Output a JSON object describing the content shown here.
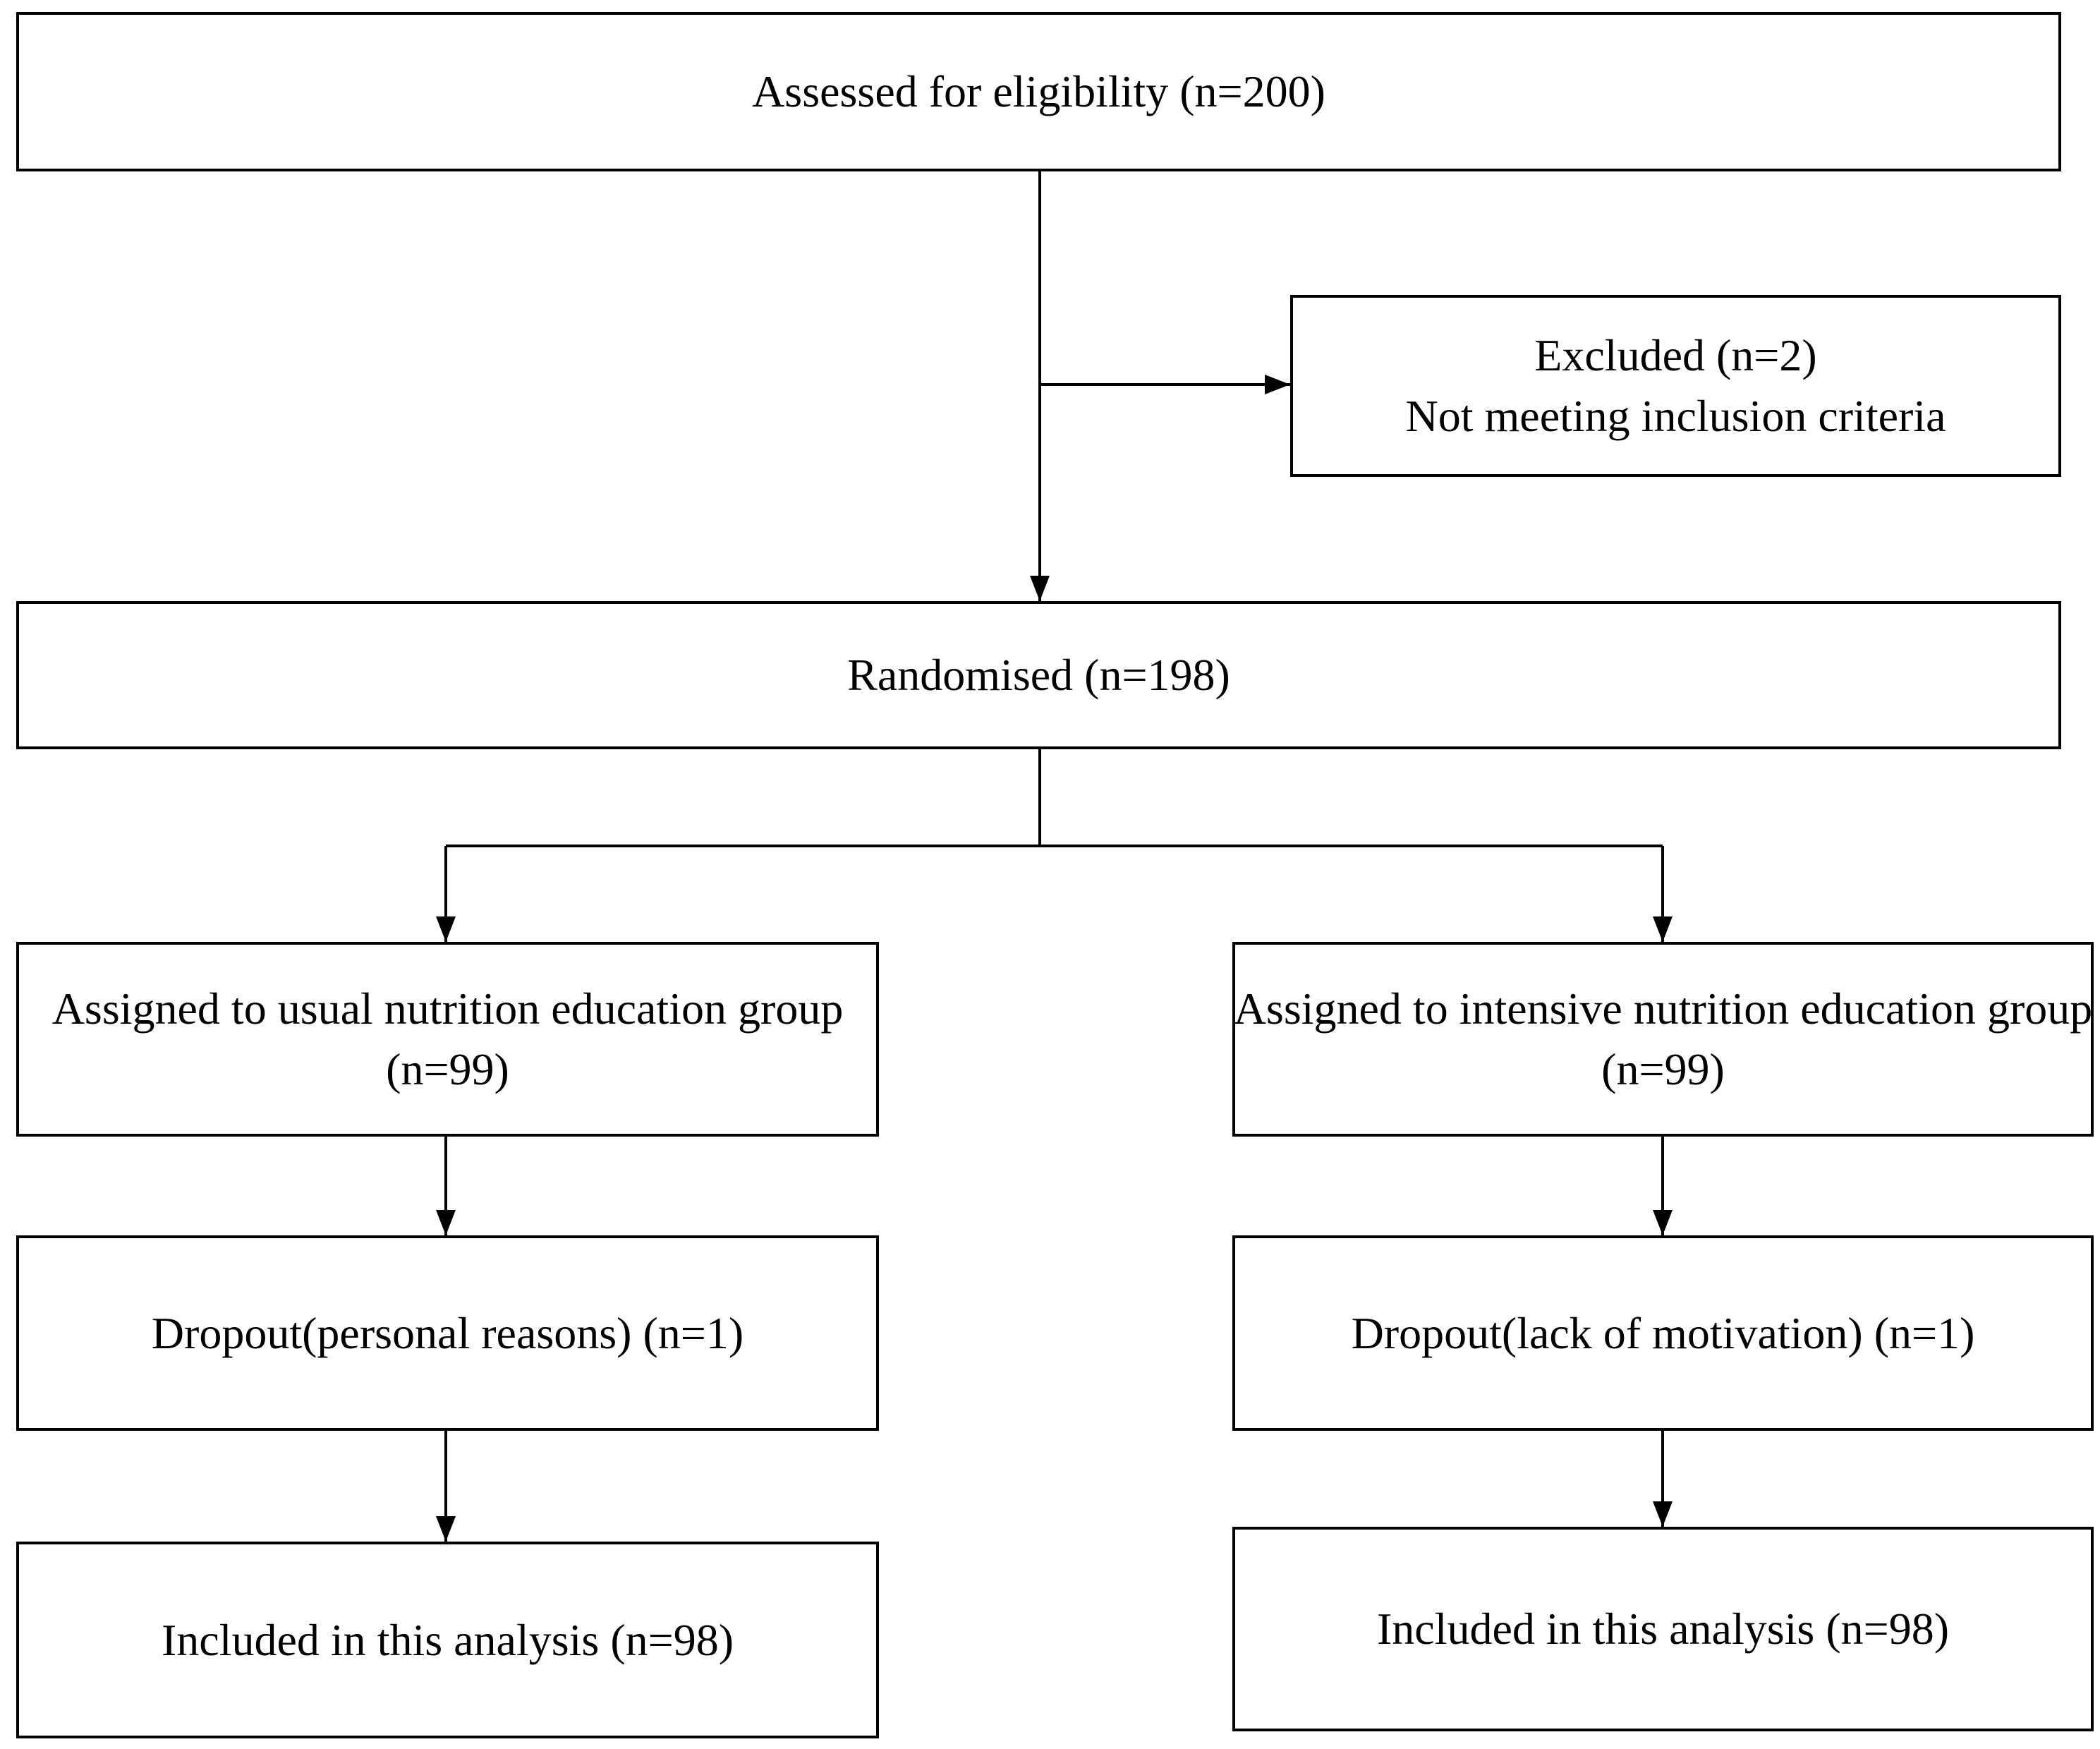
{
  "flowchart": {
    "assessed": {
      "line1": "Assessed for eligibility (n=200)"
    },
    "excluded": {
      "line1": "Excluded (n=2)",
      "line2": "Not meeting inclusion criteria"
    },
    "randomised": {
      "line1": "Randomised (n=198)"
    },
    "usual_group": {
      "line1": "Assigned to usual nutrition education group",
      "line2": "(n=99)"
    },
    "intensive_group": {
      "line1": "Assigned to intensive nutrition education group",
      "line2": "(n=99)"
    },
    "usual_dropout": {
      "line1": "Dropout(personal reasons) (n=1)"
    },
    "intensive_dropout": {
      "line1": "Dropout(lack of motivation) (n=1)"
    },
    "usual_included": {
      "line1": "Included in this analysis (n=98)"
    },
    "intensive_included": {
      "line1": "Included in this analysis (n=98)"
    }
  }
}
